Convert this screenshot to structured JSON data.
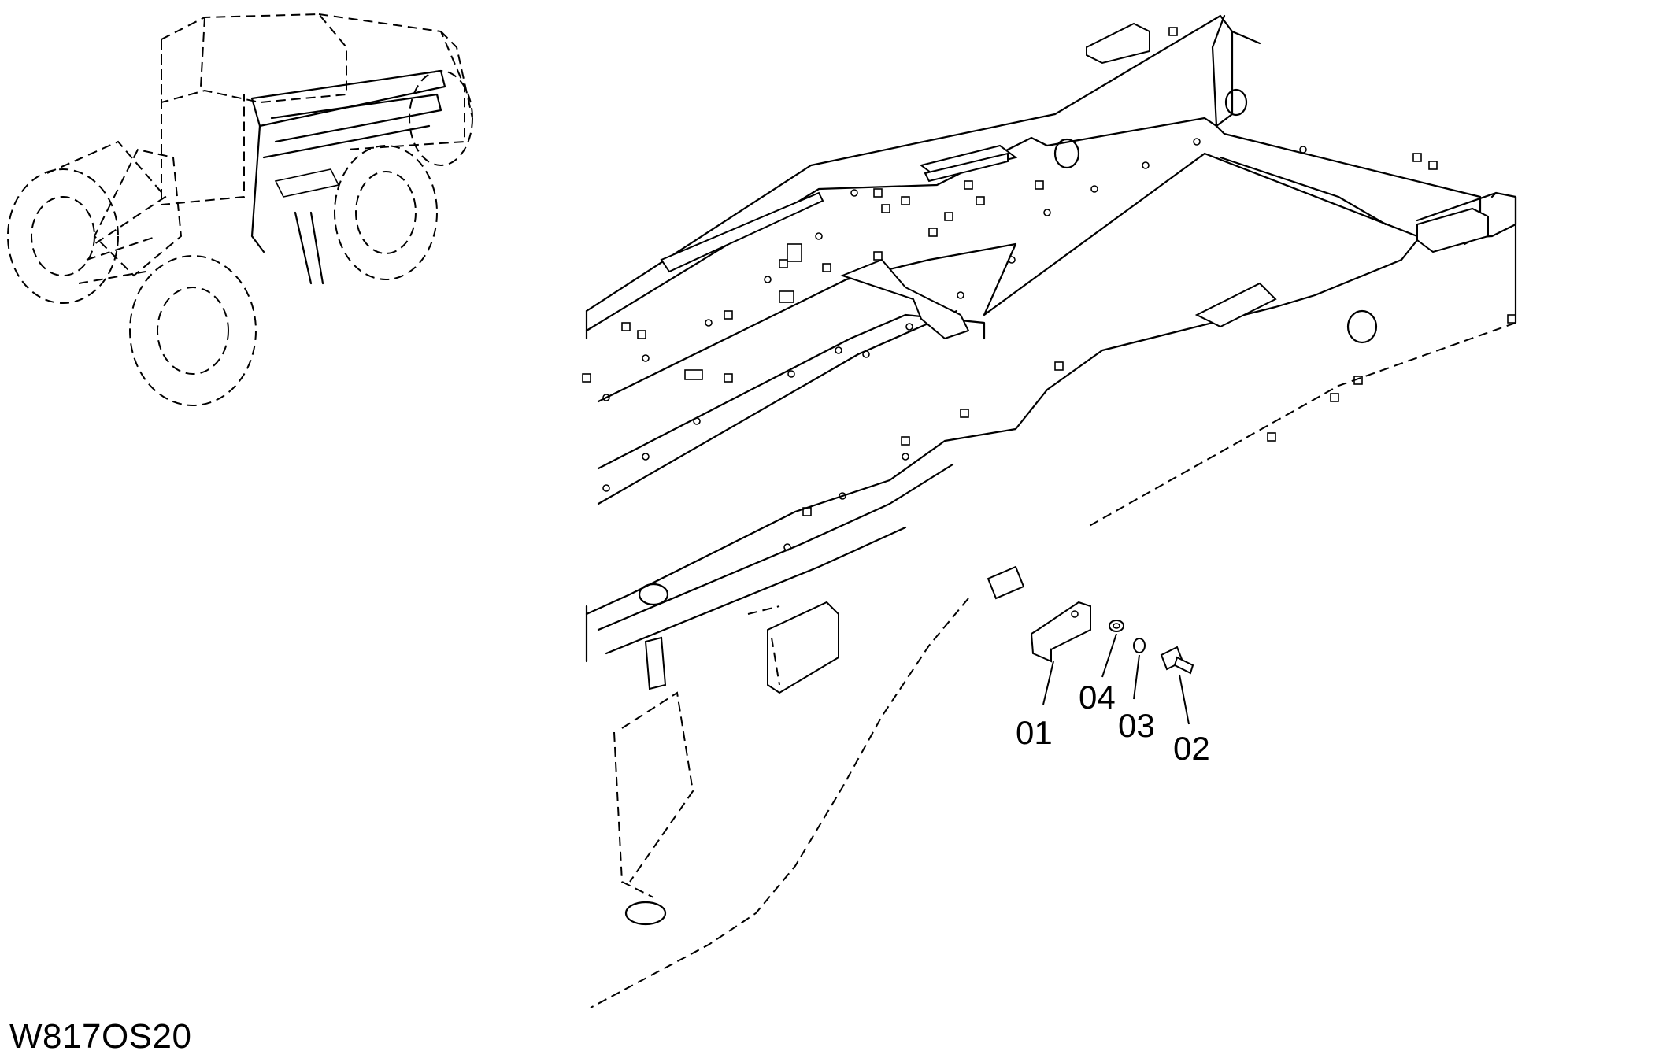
{
  "drawing_code": "W817OS20",
  "callouts": [
    {
      "id": "01",
      "label": "01"
    },
    {
      "id": "02",
      "label": "02"
    },
    {
      "id": "03",
      "label": "03"
    },
    {
      "id": "04",
      "label": "04"
    }
  ],
  "colors": {
    "line": "#000000",
    "background": "#ffffff"
  }
}
